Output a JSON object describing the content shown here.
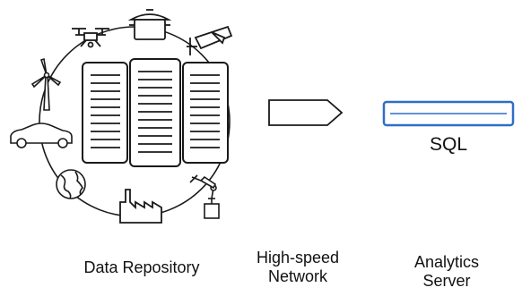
{
  "labels": {
    "repository": "Data Repository",
    "network_line1": "High-speed",
    "network_line2": "Network",
    "server_line1": "Analytics",
    "server_line2": "Server",
    "sql": "SQL"
  },
  "colors": {
    "stroke": "#1a1a1a",
    "server_accent": "#2e6fc6"
  },
  "icons": [
    "pot-icon",
    "drone-icon",
    "security-camera-icon",
    "wind-turbine-icon",
    "car-icon",
    "globe-icon",
    "factory-icon",
    "robot-arm-icon"
  ]
}
